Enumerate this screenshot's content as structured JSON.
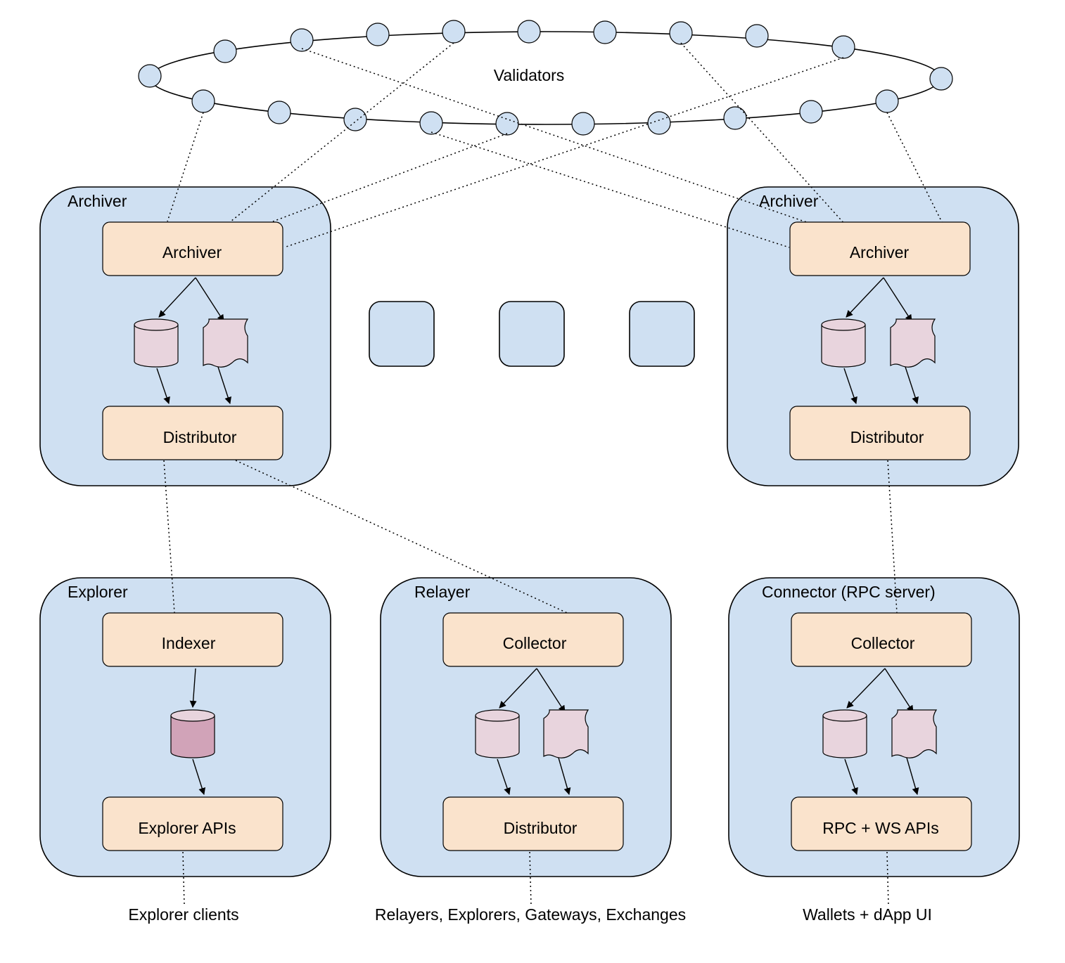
{
  "validators": {
    "label": "Validators"
  },
  "top_left": {
    "title": "Archiver",
    "top_component": "Archiver",
    "bottom_component": "Distributor"
  },
  "top_right": {
    "title": "Archiver",
    "top_component": "Archiver",
    "bottom_component": "Distributor"
  },
  "explorer": {
    "title": "Explorer",
    "top_component": "Indexer",
    "bottom_component": "Explorer APIs"
  },
  "relayer": {
    "title": "Relayer",
    "top_component": "Collector",
    "bottom_component": "Distributor"
  },
  "connector": {
    "title": "Connector (RPC server)",
    "top_component": "Collector",
    "bottom_component": "RPC + WS APIs"
  },
  "consumers": {
    "explorer_clients": "Explorer clients",
    "relayer_clients": "Relayers, Explorers, Gateways, Exchanges",
    "connector_clients": "Wallets + dApp UI"
  },
  "colors": {
    "container_fill": "#cfe0f2",
    "component_fill": "#fae3cc",
    "storage_fill": "#e8d4dd",
    "index_db_fill": "#d1a3b8"
  }
}
